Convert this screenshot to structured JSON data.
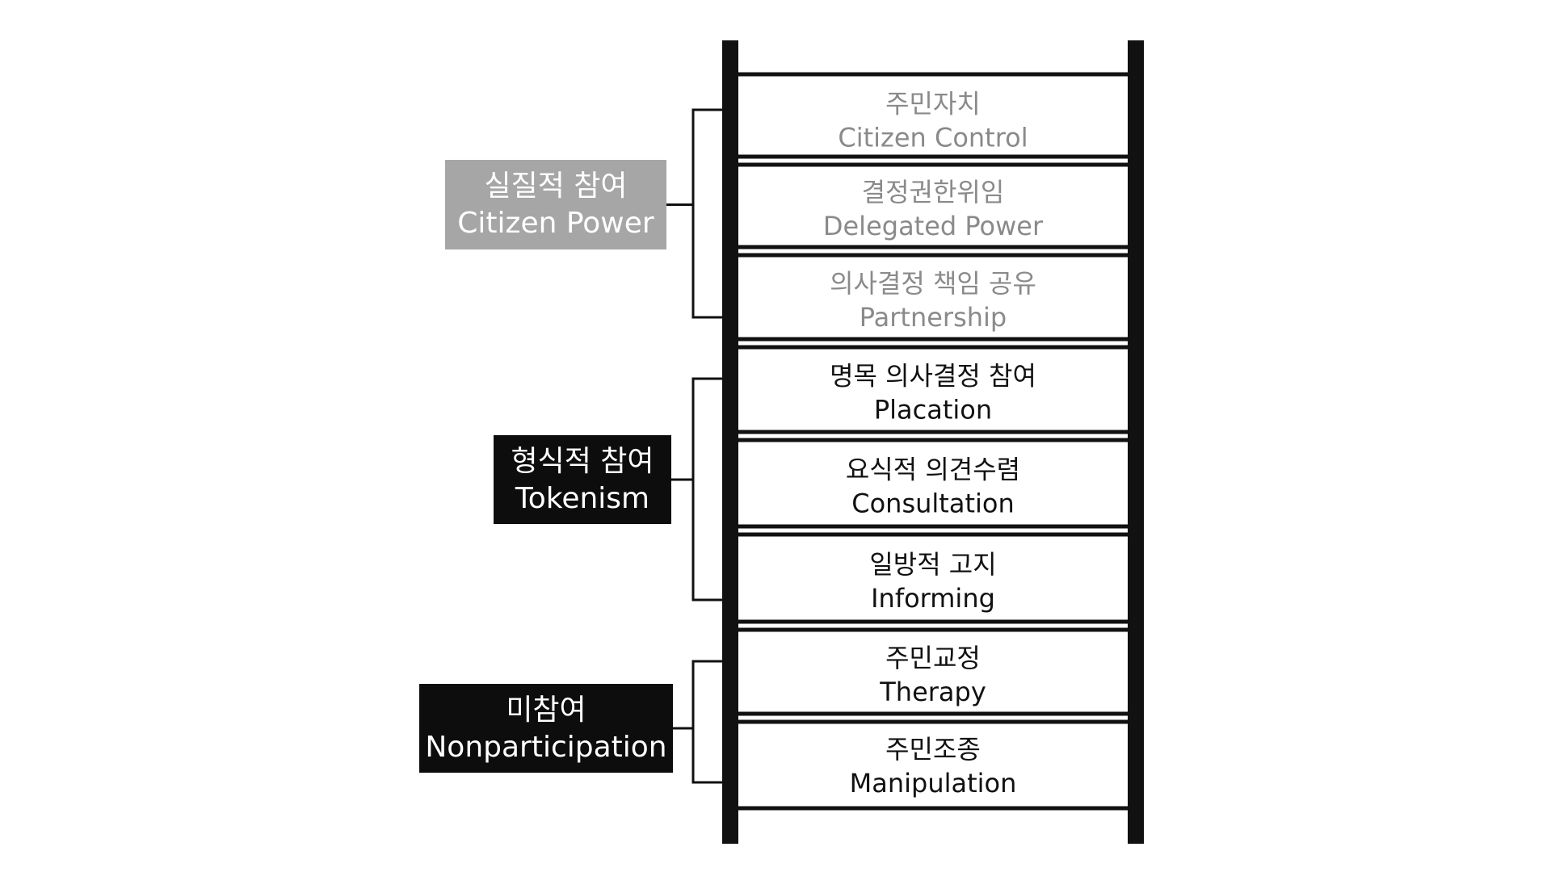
{
  "rungs": [
    {
      "ko": "주민자치",
      "en": "Citizen Control",
      "tone": "muted"
    },
    {
      "ko": "결정권한위임",
      "en": "Delegated Power",
      "tone": "muted"
    },
    {
      "ko": "의사결정 책임 공유",
      "en": "Partnership",
      "tone": "muted"
    },
    {
      "ko": "명목 의사결정 참여",
      "en": "Placation",
      "tone": "dark"
    },
    {
      "ko": "요식적 의견수렴",
      "en": "Consultation",
      "tone": "dark"
    },
    {
      "ko": "일방적 고지",
      "en": "Informing",
      "tone": "dark"
    },
    {
      "ko": "주민교정",
      "en": "Therapy",
      "tone": "dark"
    },
    {
      "ko": "주민조종",
      "en": "Manipulation",
      "tone": "dark"
    }
  ],
  "groups": [
    {
      "ko": "실질적 참여",
      "en": "Citizen Power",
      "style": "gray",
      "first_rung": 0,
      "last_rung": 2
    },
    {
      "ko": "형식적 참여",
      "en": "Tokenism",
      "style": "black",
      "first_rung": 3,
      "last_rung": 5
    },
    {
      "ko": "미참여",
      "en": "Nonparticipation",
      "style": "black",
      "first_rung": 6,
      "last_rung": 7
    }
  ],
  "colors": {
    "rail": "#111111",
    "muted_text": "#8a8a8a",
    "dark_text": "#111111",
    "gray_box": "#a6a6a6",
    "black_box": "#0d0d0d",
    "box_text": "#ffffff"
  }
}
